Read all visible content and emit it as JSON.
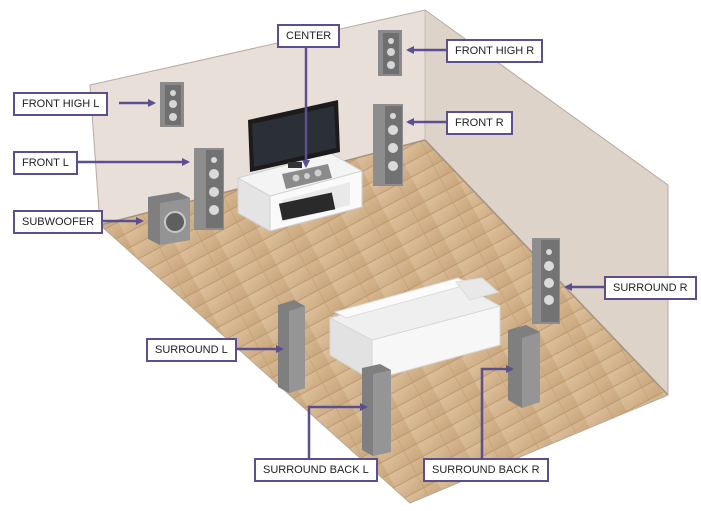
{
  "labels": {
    "center": "CENTER",
    "front_high_r": "FRONT HIGH R",
    "front_high_l": "FRONT HIGH L",
    "front_r": "FRONT R",
    "front_l": "FRONT L",
    "subwoofer": "SUBWOOFER",
    "surround_r": "SURROUND R",
    "surround_l": "SURROUND L",
    "surround_back_l": "SURROUND BACK L",
    "surround_back_r": "SURROUND BACK R"
  },
  "colors": {
    "callout": "#5b4f8f",
    "wall": "#e5dcd3",
    "floor": "#d4b48e",
    "speaker": "#8c8c8c",
    "sofa": "#f2f2f2",
    "tv": "#1a1a1a"
  }
}
